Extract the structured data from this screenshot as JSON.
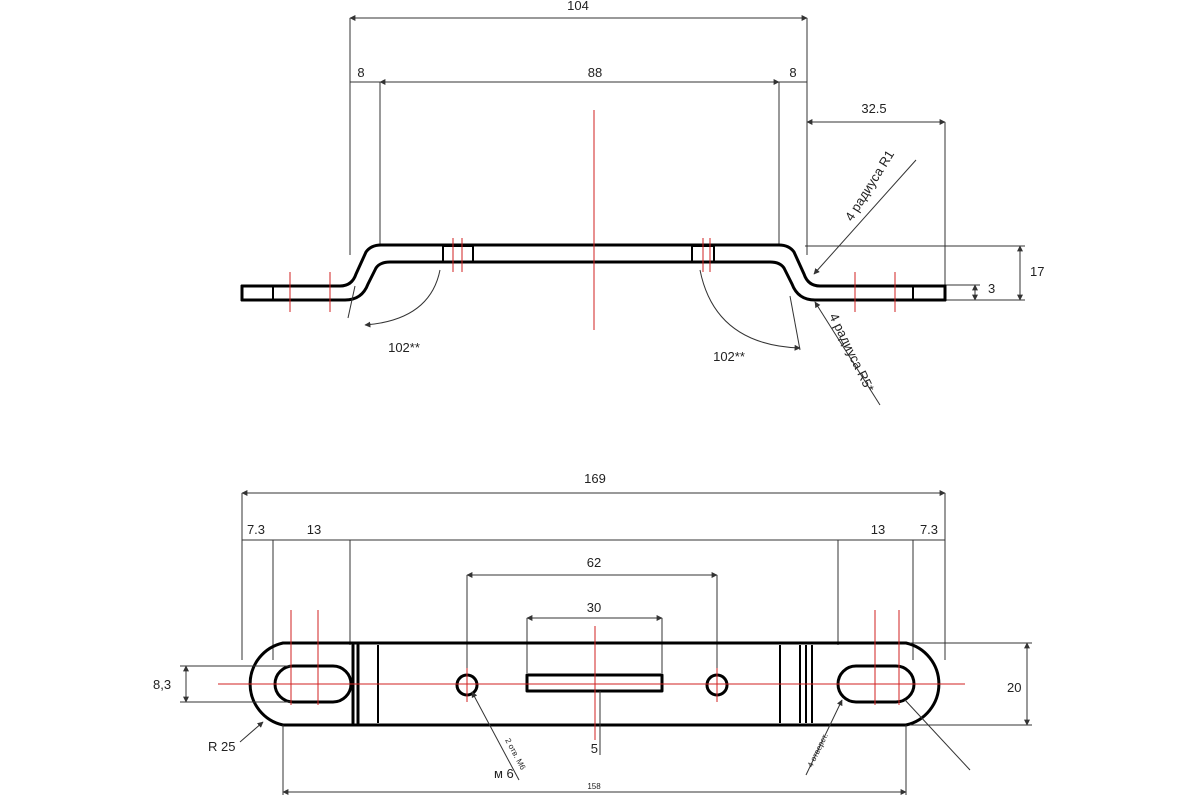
{
  "side_view": {
    "overall_length": "104",
    "left_offset": "8",
    "middle_span": "88",
    "right_offset": "8",
    "flange_length": "32.5",
    "bend_radius_note": "4 радиуса R1",
    "bend_radius_note_2": "4 радиуса R5*",
    "angle_left": "102**",
    "angle_right": "102**",
    "height": "17",
    "thickness": "3"
  },
  "plan_view": {
    "overall_length": "169",
    "left_edge": "7.3",
    "left_slot": "13",
    "right_slot": "13",
    "right_edge": "7.3",
    "hole_spacing": "62",
    "slot_length": "30",
    "slot_height": "8,3",
    "width": "20",
    "end_radius": "R 25",
    "slot_width": "5",
    "thread": "м 6",
    "hole_note_left": "2 отв. М6",
    "hole_note_right": "4 отверст.",
    "bottom_dimension": "158"
  },
  "colors": {
    "outline": "#000000",
    "dimension": "#333333",
    "centerline": "#d22222"
  }
}
